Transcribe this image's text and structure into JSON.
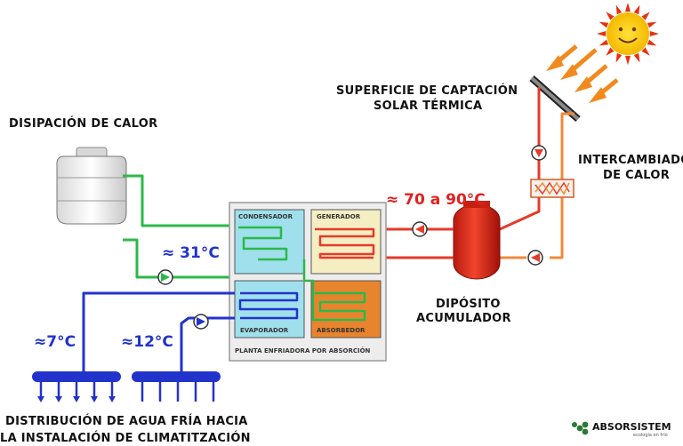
{
  "labels": {
    "heat_dissipation": "DISIPACIÓN DE CALOR",
    "solar_surface_line1": "SUPERFICIE DE CAPTACIÓN",
    "solar_surface_line2": "SOLAR TÉRMICA",
    "heat_exchanger_line1": "INTERCAMBIADOR",
    "heat_exchanger_line2": "DE CALOR",
    "tank_line1": "DIPÓSITO",
    "tank_line2": "ACUMULADOR",
    "distribution_line1": "DISTRIBUCIÓN DE AGUA FRÍA HACIA",
    "distribution_line2": "LA INSTALACIÓN DE CLIMATITZACIÓN"
  },
  "temperatures": {
    "hot_supply": "≈ 70 a 90°C",
    "cooling": "≈ 31°C",
    "chilled_supply": "≈7°C",
    "chilled_return": "≈12°C"
  },
  "plant": {
    "condenser": "CONDENSADOR",
    "generator": "GENERADOR",
    "evaporator": "EVAPORADOR",
    "absorber": "ABSORBEDOR",
    "title": "PLANTA ENFRIADORA POR ABSORCIÓN"
  },
  "brand": {
    "name": "ABSORSISTEM",
    "tagline": "ecología en frío"
  },
  "colors": {
    "green_circuit": "#2db84a",
    "blue_circuit": "#2233cc",
    "red_circuit": "#e63a2a",
    "orange_circuit": "#f08a3a",
    "temp_text": "#2233cc",
    "hot_text": "#e02020"
  }
}
